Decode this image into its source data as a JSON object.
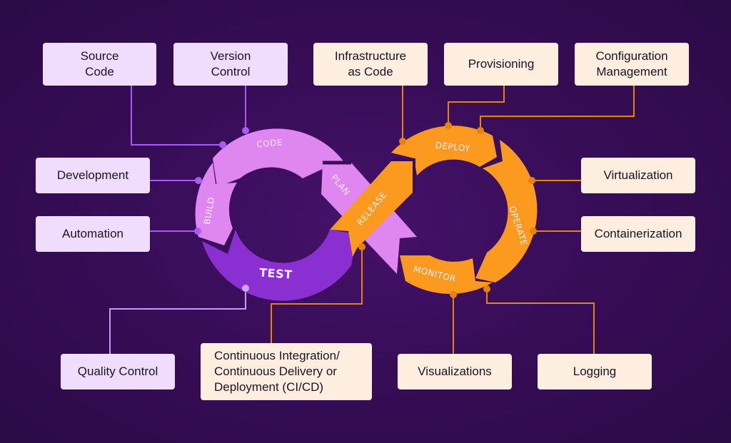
{
  "title": "DevOps Infinity Loop",
  "colors": {
    "background": "#3a0d5a",
    "dev_light": "#df86f0",
    "dev_dark": "#8a2fd1",
    "ops": "#fb9a1e",
    "dev_line": "#a95af5",
    "ops_line": "#e5830d",
    "dev_box": "#f0dcfd",
    "ops_box": "#fdeedf"
  },
  "phases": {
    "code": "CODE",
    "build": "BUILD",
    "test": "TEST",
    "plan": "PLAN",
    "release": "RELEASE",
    "deploy": "DEPLOY",
    "operate": "OPERATE",
    "monitor": "MONITOR"
  },
  "dev_boxes": {
    "source_code": "Source\nCode",
    "version_control": "Version\nControl",
    "development": "Development",
    "automation": "Automation",
    "quality_control": "Quality Control"
  },
  "ops_boxes": {
    "infrastructure_as_code": "Infrastructure\nas Code",
    "provisioning": "Provisioning",
    "configuration_management": "Configuration\nManagement",
    "virtualization": "Virtualization",
    "containerization": "Containerization",
    "cicd": "Continuous Integration/\nContinuous Delivery or\nDeployment (CI/CD)",
    "visualizations": "Visualizations",
    "logging": "Logging"
  }
}
